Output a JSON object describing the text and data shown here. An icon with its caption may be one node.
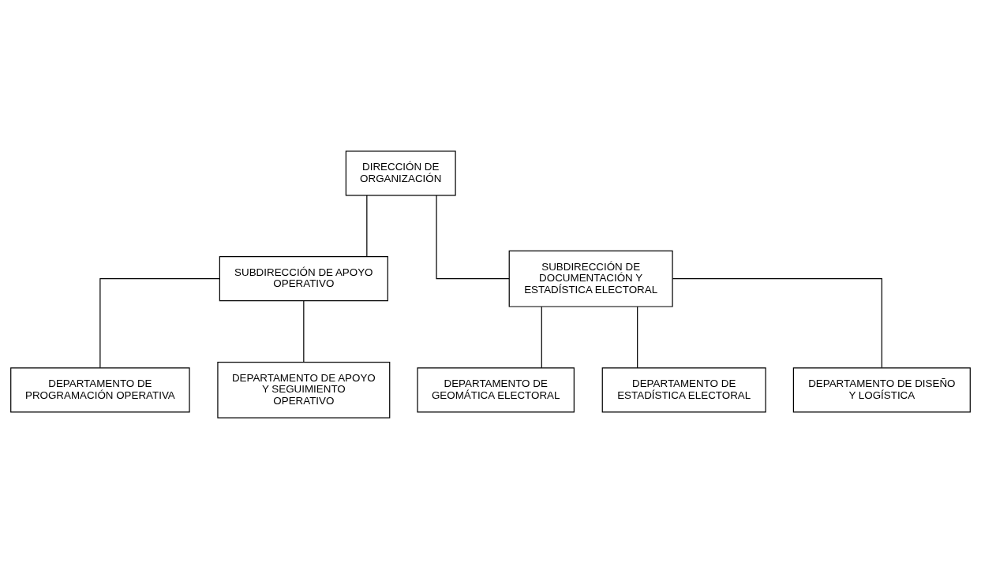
{
  "diagram": {
    "nodes": [
      {
        "text": [
          "DIRECCIÓN DE ORGANIZACIÓN"
        ]
      },
      {
        "text": [
          "SUBDIRECCIÓN DE APOYO OPERATIVO"
        ]
      },
      {
        "text": [
          "SUBDIRECCIÓN DE DOCUMENTACIÓN Y ESTADÍSTICA ELECTORAL"
        ]
      },
      {
        "text": [
          "DEPARTAMENTO DE PROGRAMACIÓN OPERATIVA"
        ]
      },
      {
        "text": [
          "DEPARTAMENTO DE APOYO Y SEGUIMIENTO OPERATIVO"
        ]
      },
      {
        "text": [
          "DEPARTAMENTO DE GEOMÁTICA ELECTORAL"
        ]
      },
      {
        "text": [
          "DEPARTAMENTO DE ESTADÍSTICA ELECTORAL"
        ]
      },
      {
        "text": [
          "DEPARTAMENTO DE DISEÑO Y LOGÍSTICA"
        ]
      }
    ],
    "edges": [
      {
        "from": 0,
        "to": 1,
        "arrow": "none"
      },
      {
        "from": 0,
        "to": 2,
        "arrow": "none"
      },
      {
        "from": 1,
        "to": 3,
        "arrow": "none"
      },
      {
        "from": 1,
        "to": 4,
        "arrow": "none"
      },
      {
        "from": 2,
        "to": 5,
        "arrow": "none"
      },
      {
        "from": 2,
        "to": 6,
        "arrow": "none"
      },
      {
        "from": 2,
        "to": 7,
        "arrow": "none"
      }
    ]
  }
}
